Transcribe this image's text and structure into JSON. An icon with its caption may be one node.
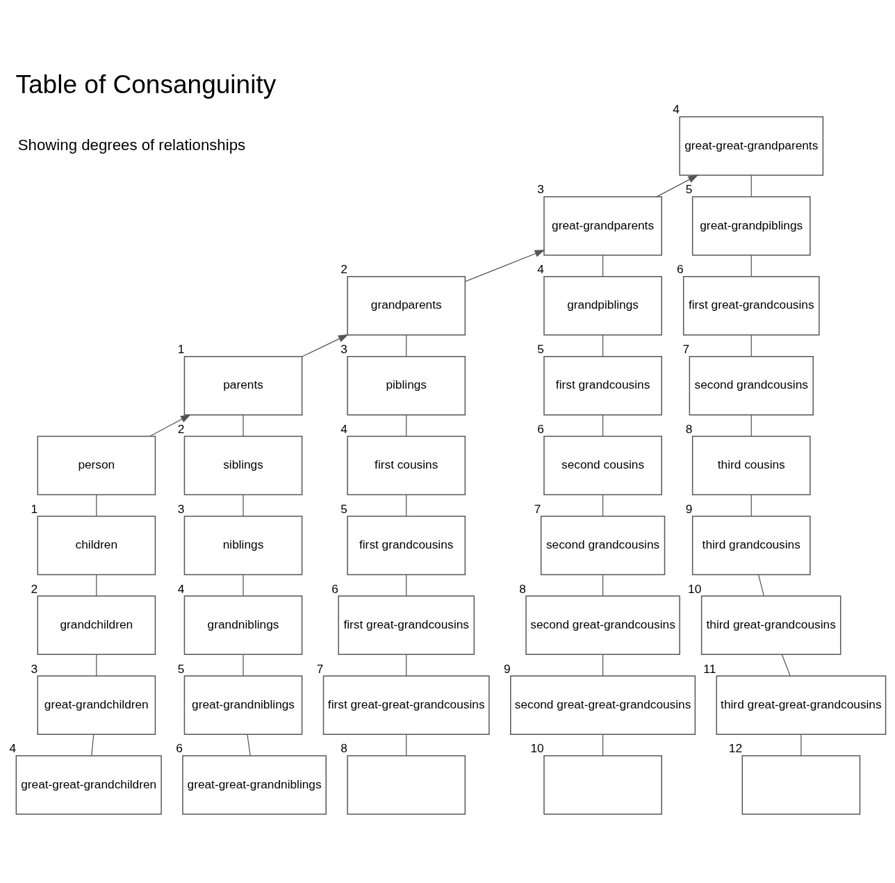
{
  "diagram": {
    "title": "Table of Consanguinity",
    "nodes": [
      {
        "text": [
          "person"
        ]
      },
      {
        "text": [
          "children"
        ],
        "beside": [
          "1"
        ]
      },
      {
        "text": [
          "grandchildren"
        ],
        "beside": [
          "2"
        ]
      },
      {
        "text": [
          "great-grandchildren"
        ],
        "beside": [
          "3"
        ]
      },
      {
        "text": [
          "great-great-grandchildren"
        ],
        "beside": [
          "4"
        ]
      },
      {
        "text": [
          "parents"
        ],
        "beside": [
          "1"
        ]
      },
      {
        "text": [
          "siblings"
        ],
        "beside": [
          "2"
        ]
      },
      {
        "text": [
          "niblings"
        ],
        "beside": [
          "3"
        ]
      },
      {
        "text": [
          "grandniblings"
        ],
        "beside": [
          "4"
        ]
      },
      {
        "text": [
          "great-grandniblings"
        ],
        "beside": [
          "5"
        ]
      },
      {
        "text": [
          "great-great-grandniblings"
        ],
        "beside": [
          "6"
        ]
      },
      {
        "text": [
          "grandparents"
        ],
        "beside": [
          "2"
        ]
      },
      {
        "text": [
          "piblings"
        ],
        "beside": [
          "3"
        ]
      },
      {
        "text": [
          "first cousins"
        ],
        "beside": [
          "4"
        ]
      },
      {
        "text": [
          "first grandcousins"
        ],
        "beside": [
          "5"
        ]
      },
      {
        "text": [
          "first great-grandcousins"
        ],
        "beside": [
          "6"
        ]
      },
      {
        "text": [
          "first great-great-grandcousins"
        ],
        "beside": [
          "7"
        ]
      },
      {
        "text": [],
        "shape": "box",
        "beside": [
          "8"
        ]
      },
      {
        "text": [
          "great-grandparents"
        ],
        "beside": [
          "3"
        ]
      },
      {
        "text": [
          "grandpiblings"
        ],
        "beside": [
          "4"
        ]
      },
      {
        "text": [
          "first grandcousins"
        ],
        "beside": [
          "5"
        ]
      },
      {
        "text": [
          "second cousins"
        ],
        "beside": [
          "6"
        ]
      },
      {
        "text": [
          "second grandcousins"
        ],
        "beside": [
          "7"
        ]
      },
      {
        "text": [
          "second great-grandcousins"
        ],
        "beside": [
          "8"
        ]
      },
      {
        "text": [
          "second great-great-grandcousins"
        ],
        "beside": [
          "9"
        ]
      },
      {
        "text": [],
        "shape": "box",
        "beside": [
          "10"
        ]
      },
      {
        "text": [
          "great-great-grandparents"
        ],
        "beside": [
          "4"
        ]
      },
      {
        "text": [
          "great-grandpiblings"
        ],
        "beside": [
          "5"
        ]
      },
      {
        "text": [
          "first great-grandcousins"
        ],
        "beside": [
          "6"
        ]
      },
      {
        "text": [
          "second grandcousins"
        ],
        "beside": [
          "7"
        ]
      },
      {
        "text": [
          "third cousins"
        ],
        "beside": [
          "8"
        ]
      },
      {
        "text": [
          "third grandcousins"
        ],
        "beside": [
          "9"
        ]
      },
      {
        "text": [
          "third great-grandcousins"
        ],
        "beside": [
          "10"
        ]
      },
      {
        "text": [
          "third great-great-grandcousins"
        ],
        "beside": [
          "11"
        ]
      },
      {
        "text": [],
        "shape": "box",
        "beside": [
          "12"
        ]
      }
    ],
    "edges": [
      {
        "from": 0,
        "to": 5,
        "arrow": "to"
      },
      {
        "from": 5,
        "to": 11,
        "arrow": "to"
      },
      {
        "from": 11,
        "to": 18,
        "arrow": "to"
      },
      {
        "from": 18,
        "to": 26,
        "arrow": "to"
      },
      {
        "from": 0,
        "to": 1,
        "arrow": "none"
      },
      {
        "from": 1,
        "to": 2,
        "arrow": "none"
      },
      {
        "from": 2,
        "to": 3,
        "arrow": "none"
      },
      {
        "from": 3,
        "to": 4,
        "arrow": "none"
      },
      {
        "from": 5,
        "to": 6,
        "arrow": "none"
      },
      {
        "from": 6,
        "to": 7,
        "arrow": "none"
      },
      {
        "from": 7,
        "to": 8,
        "arrow": "none"
      },
      {
        "from": 8,
        "to": 9,
        "arrow": "none"
      },
      {
        "from": 9,
        "to": 10,
        "arrow": "none"
      },
      {
        "from": 11,
        "to": 12,
        "arrow": "none"
      },
      {
        "from": 12,
        "to": 13,
        "arrow": "none"
      },
      {
        "from": 13,
        "to": 14,
        "arrow": "none"
      },
      {
        "from": 14,
        "to": 15,
        "arrow": "none"
      },
      {
        "from": 15,
        "to": 16,
        "arrow": "none"
      },
      {
        "from": 16,
        "to": 17,
        "arrow": "none"
      },
      {
        "from": 18,
        "to": 19,
        "arrow": "none"
      },
      {
        "from": 19,
        "to": 20,
        "arrow": "none"
      },
      {
        "from": 20,
        "to": 21,
        "arrow": "none"
      },
      {
        "from": 21,
        "to": 22,
        "arrow": "none"
      },
      {
        "from": 22,
        "to": 23,
        "arrow": "none"
      },
      {
        "from": 23,
        "to": 24,
        "arrow": "none"
      },
      {
        "from": 24,
        "to": 25,
        "arrow": "none"
      },
      {
        "from": 26,
        "to": 27,
        "arrow": "none"
      },
      {
        "from": 27,
        "to": 28,
        "arrow": "none"
      },
      {
        "from": 28,
        "to": 29,
        "arrow": "none"
      },
      {
        "from": 29,
        "to": 30,
        "arrow": "none"
      },
      {
        "from": 30,
        "to": 31,
        "arrow": "none"
      },
      {
        "from": 31,
        "to": 32,
        "arrow": "none"
      },
      {
        "from": 32,
        "to": 33,
        "arrow": "none"
      },
      {
        "from": 33,
        "to": 34,
        "arrow": "none"
      }
    ],
    "labels": [
      "Showing degrees of relationships"
    ]
  }
}
